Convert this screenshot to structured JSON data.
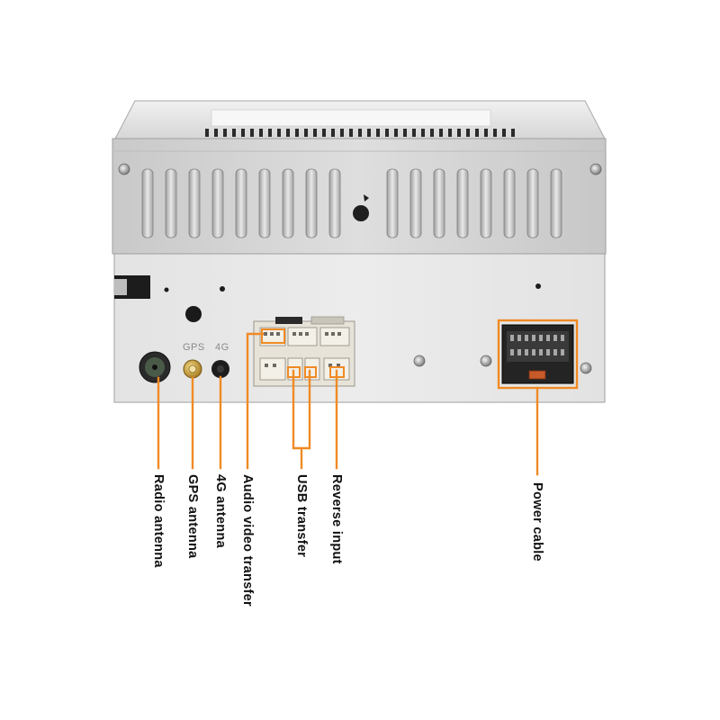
{
  "colors": {
    "callout": "#f08a24",
    "chassis": "#d9d9d9",
    "chassis_dark": "#8c8c8c",
    "connector": "#ece8df",
    "background": "#ffffff"
  },
  "panel": {
    "gps_text": "GPS",
    "fourg_text": "4G"
  },
  "labels": {
    "radio_antenna": "Radio antenna",
    "gps_antenna": "GPS antenna",
    "fourg_antenna": "4G antenna",
    "audio_video": "Audio video transfer",
    "usb": "USB transfer",
    "reverse": "Reverse input",
    "power": "Power cable"
  },
  "icons": {
    "radio_port": "round-jack-icon",
    "gps_port": "sma-connector-icon",
    "fourg_port": "round-jack-icon",
    "screw": "screw-icon"
  }
}
